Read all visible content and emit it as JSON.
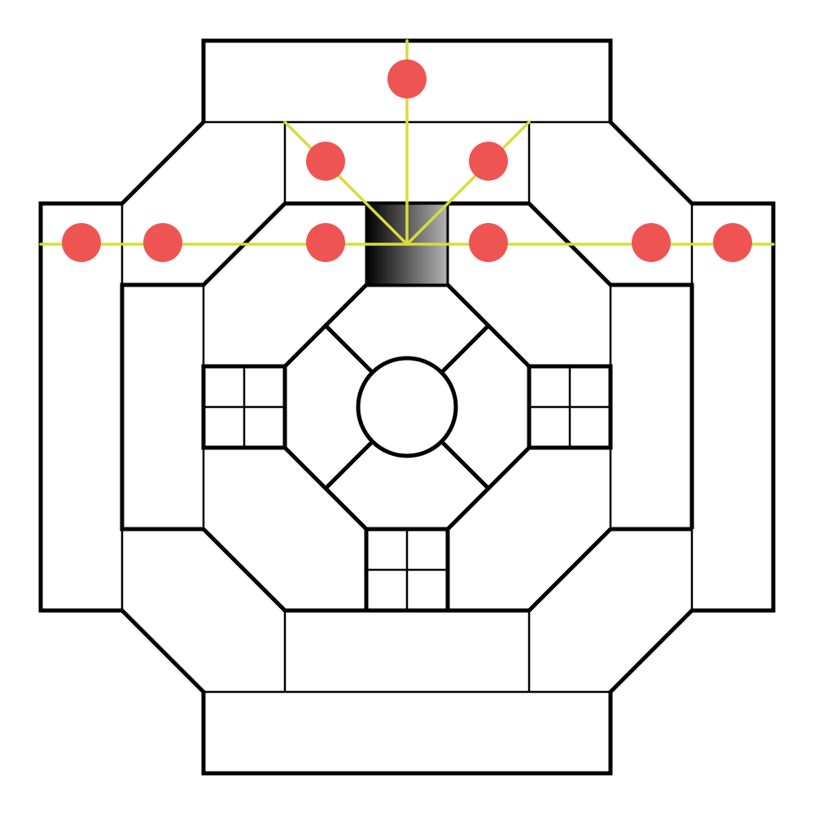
{
  "board": {
    "name": "octagonal-board-game",
    "colors": {
      "background": "#ffffff",
      "outline": "#000000",
      "selected_piece_gradient_start": "#000000",
      "selected_piece_gradient_end": "#b4b4b4",
      "move_ray": "#d9dc3a",
      "move_target": "#ee5552"
    },
    "selected_piece": {
      "state": "selected"
    },
    "move_directions": [
      "north",
      "north-west",
      "north-east",
      "west",
      "east"
    ],
    "move_targets_count": 9
  }
}
